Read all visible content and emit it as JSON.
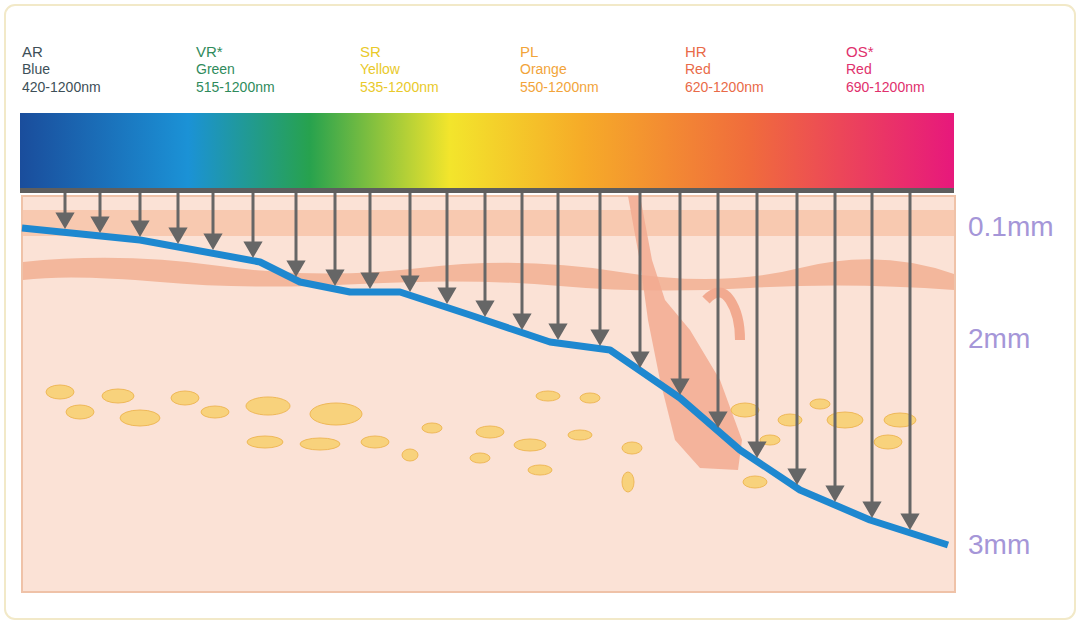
{
  "diagram": {
    "labels": [
      "AR",
      "Blue",
      "420-1200nm",
      "VR*",
      "Green",
      "515-1200nm",
      "SR",
      "Yellow",
      "535-1200nm",
      "PL",
      "Orange",
      "550-1200nm",
      "HR",
      "Red",
      "620-1200nm",
      "OS*",
      "Red",
      "690-1200nm",
      "0.1mm",
      "2mm",
      "3mm"
    ]
  }
}
